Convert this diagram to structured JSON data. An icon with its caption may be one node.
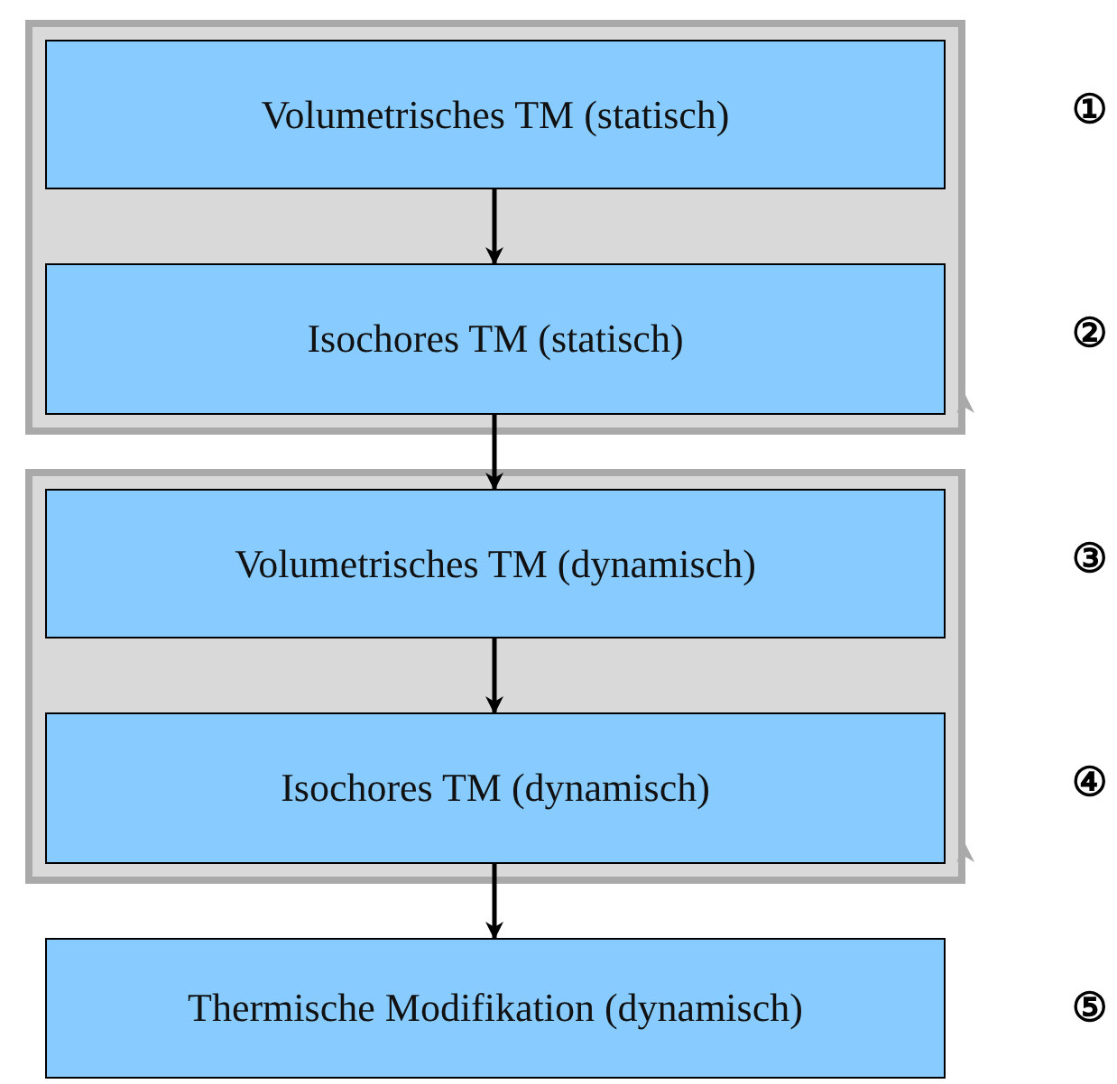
{
  "diagram": {
    "nodes": [
      {
        "text": [],
        "shape": "box"
      },
      {
        "text": [
          "Volumetrisches TM (statisch)"
        ],
        "in": 0
      },
      {
        "text": [
          "Isochores TM (statisch)"
        ],
        "in": 0
      },
      {
        "text": [],
        "shape": "box"
      },
      {
        "text": [
          "Volumetrisches TM (dynamisch)"
        ],
        "in": 3
      },
      {
        "text": [
          "Isochores TM (dynamisch)"
        ],
        "in": 3
      },
      {
        "text": [
          "Thermische Modifikation (dynamisch)"
        ]
      }
    ],
    "edges": [
      {
        "from": 1,
        "to": 2,
        "arrow": "to"
      },
      {
        "from": 2,
        "to": 4,
        "arrow": "to"
      },
      {
        "from": 4,
        "to": 5,
        "arrow": "to"
      },
      {
        "from": 5,
        "to": 6,
        "arrow": "to"
      }
    ],
    "labels": [
      "①",
      "②",
      "③",
      "④",
      "⑤"
    ]
  }
}
